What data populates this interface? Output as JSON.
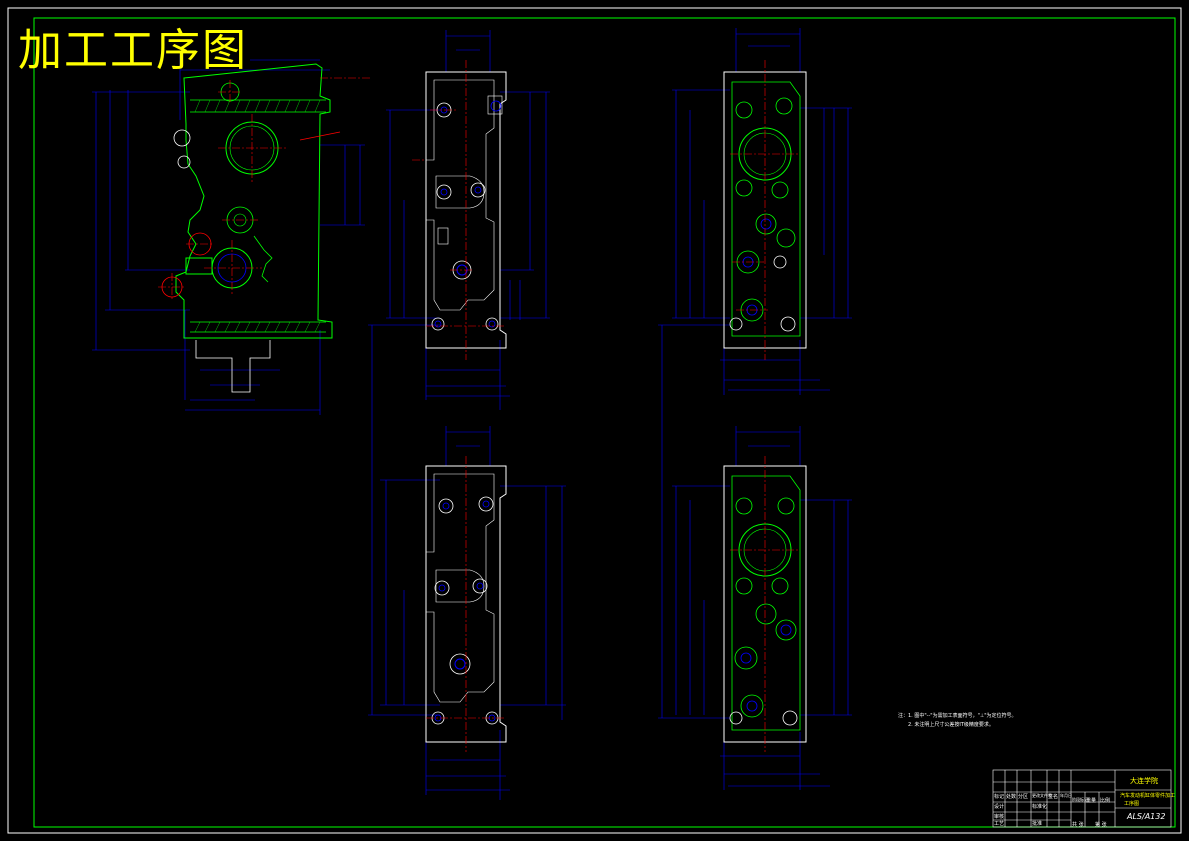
{
  "sheet": {
    "title": "加工工序图",
    "background": "#000000",
    "colors": {
      "outline": "#ffffff",
      "dimension": "#0000ff",
      "centerline": "#ff0000",
      "contour": "#00ff00",
      "title": "#ffff00"
    }
  },
  "notes": {
    "line1": "注：1. 图中\"--\"为需加工表面符号，\"⊥\"为定位符号。",
    "line2": "2. 未注明上尺寸公差按IT级精度要求。"
  },
  "title_block": {
    "school": "大连学院",
    "part_name": "汽车发动机缸体零件加工",
    "process": "工序图",
    "drawing_no": "ALS/A132",
    "cells": [
      "标记",
      "处数",
      "分区",
      "更改文件号",
      "签名",
      "年月日",
      "设计",
      "标准化",
      "审核",
      "工艺",
      "批准",
      "阶段标记",
      "重量",
      "比例",
      "共 张",
      "第 张"
    ]
  }
}
